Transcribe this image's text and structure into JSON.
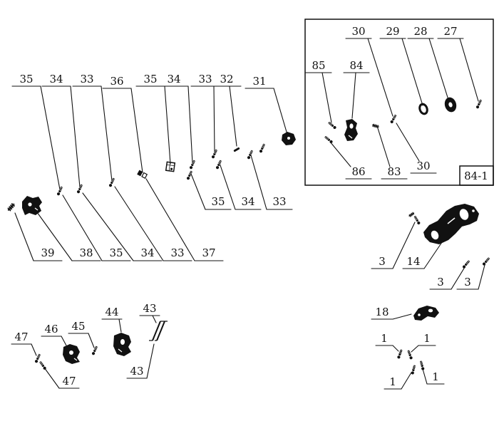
{
  "figure": {
    "name": "exploded-parts-diagram",
    "inset_tag": "84-1"
  },
  "colors": {
    "ink": "#111111",
    "background": "#ffffff"
  },
  "labels": {
    "top": [
      "35",
      "34",
      "33",
      "36",
      "35",
      "34",
      "33",
      "32",
      "31"
    ],
    "inset_top": [
      "30",
      "29",
      "28",
      "27"
    ],
    "inset_mid": [
      "85",
      "84"
    ],
    "inset_bottom": [
      "86",
      "83",
      "30"
    ],
    "mid": [
      "35",
      "34",
      "33"
    ],
    "diag": [
      "39",
      "38",
      "35",
      "34",
      "33",
      "37"
    ],
    "right_upper": [
      "3",
      "14"
    ],
    "right_lower": [
      "3",
      "3"
    ],
    "label_18": "18",
    "ones": [
      "1",
      "1",
      "1",
      "1"
    ],
    "bottom_left": [
      "47",
      "46",
      "45",
      "44",
      "43"
    ],
    "bottom_left_lower": [
      "47",
      "43"
    ]
  }
}
